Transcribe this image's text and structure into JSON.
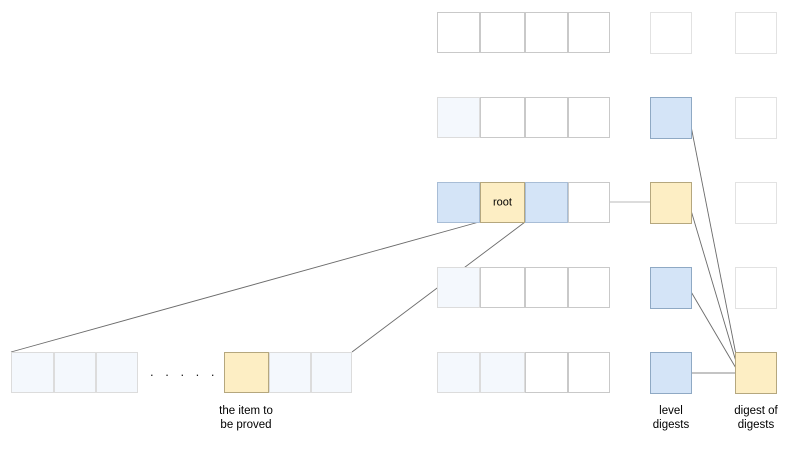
{
  "diagram": {
    "title": "merkle-style level digest proof diagram",
    "colors": {
      "blue": "#d4e4f7",
      "pale_blue": "#f4f8fd",
      "orange": "#fdeec4",
      "white": "#ffffff",
      "border_grey": "#d8d8d8",
      "line_grey": "#6b6b6b"
    },
    "rows": [
      {
        "id": "row-1",
        "cells": [
          {
            "fill": "white",
            "label": ""
          },
          {
            "fill": "white",
            "label": ""
          },
          {
            "fill": "white",
            "label": ""
          },
          {
            "fill": "white",
            "label": ""
          }
        ],
        "level_digest": {
          "fill": "empty",
          "label": ""
        },
        "digest_of_digests": {
          "fill": "empty",
          "label": ""
        }
      },
      {
        "id": "row-2",
        "cells": [
          {
            "fill": "paleblue",
            "label": ""
          },
          {
            "fill": "white",
            "label": ""
          },
          {
            "fill": "white",
            "label": ""
          },
          {
            "fill": "white",
            "label": ""
          }
        ],
        "level_digest": {
          "fill": "blue",
          "label": ""
        },
        "digest_of_digests": {
          "fill": "empty",
          "label": ""
        }
      },
      {
        "id": "row-3-root",
        "cells": [
          {
            "fill": "blue",
            "label": ""
          },
          {
            "fill": "orange",
            "label": "root"
          },
          {
            "fill": "blue",
            "label": ""
          },
          {
            "fill": "white",
            "label": ""
          }
        ],
        "level_digest": {
          "fill": "orange",
          "label": ""
        },
        "digest_of_digests": {
          "fill": "empty",
          "label": ""
        }
      },
      {
        "id": "row-4",
        "cells": [
          {
            "fill": "paleblue",
            "label": ""
          },
          {
            "fill": "white",
            "label": ""
          },
          {
            "fill": "white",
            "label": ""
          },
          {
            "fill": "white",
            "label": ""
          }
        ],
        "level_digest": {
          "fill": "blue",
          "label": ""
        },
        "digest_of_digests": {
          "fill": "empty",
          "label": ""
        }
      },
      {
        "id": "row-5",
        "cells": [
          {
            "fill": "paleblue",
            "label": ""
          },
          {
            "fill": "paleblue",
            "label": ""
          },
          {
            "fill": "white",
            "label": ""
          },
          {
            "fill": "white",
            "label": ""
          }
        ],
        "level_digest": {
          "fill": "blue",
          "label": ""
        },
        "digest_of_digests": {
          "fill": "orange",
          "label": ""
        }
      }
    ],
    "bottom_left_row": {
      "id": "leaf-row",
      "left_cells": [
        {
          "fill": "paleblue",
          "label": ""
        },
        {
          "fill": "paleblue",
          "label": ""
        },
        {
          "fill": "paleblue",
          "label": ""
        }
      ],
      "ellipsis": ". . . . . . . .",
      "right_cells": [
        {
          "fill": "orange",
          "label": "",
          "highlighted": true
        },
        {
          "fill": "paleblue",
          "label": ""
        },
        {
          "fill": "paleblue",
          "label": ""
        }
      ]
    },
    "captions": {
      "item_to_be_proved": "the item to\nbe proved",
      "level_digests": "level\ndigests",
      "digest_of_digests": "digest of\ndigests"
    },
    "root_label": "root"
  }
}
